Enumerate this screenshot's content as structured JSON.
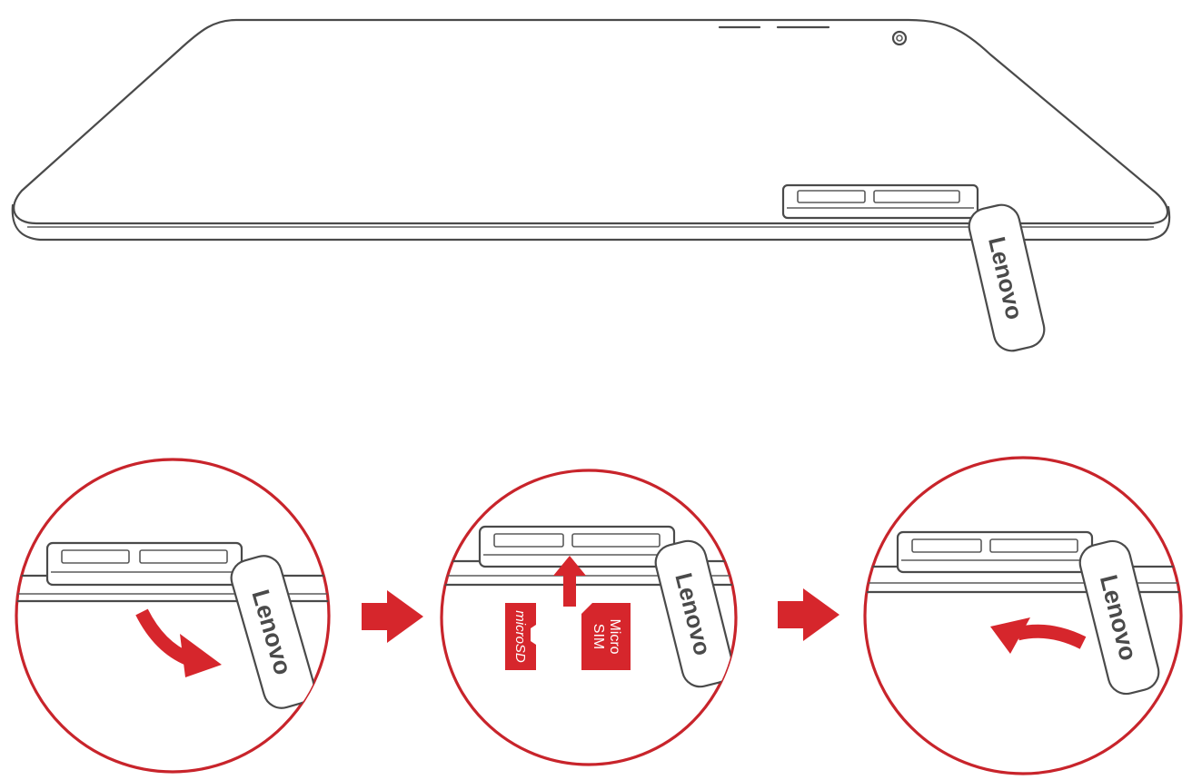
{
  "brand_name": "Lenovo",
  "cards": {
    "micro_sd_label": "microSD",
    "micro_sim_line1": "Micro",
    "micro_sim_line2": "SIM"
  },
  "colors": {
    "accent_red": "#d6262c",
    "circle_red": "#c8242b",
    "outline_gray": "#4a4a4a",
    "background": "#ffffff"
  },
  "steps": [
    {
      "id": "open-cover",
      "icon": "curved-arrow-down-icon"
    },
    {
      "id": "insert-cards",
      "icon": "arrow-up-icon"
    },
    {
      "id": "close-cover",
      "icon": "curved-arrow-up-icon"
    }
  ],
  "step_separators": [
    "arrow-right-icon",
    "arrow-right-icon"
  ]
}
